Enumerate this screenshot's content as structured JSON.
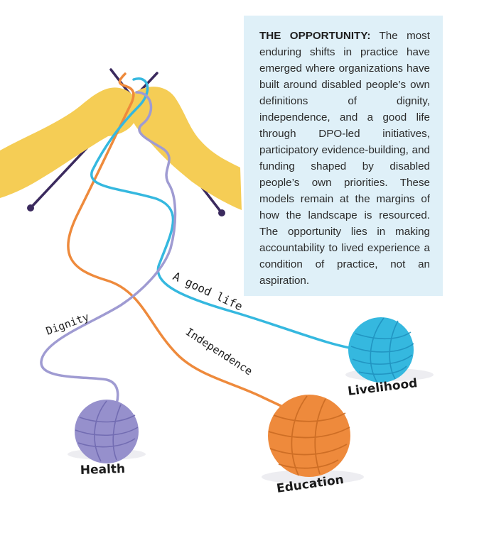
{
  "callout": {
    "lead": "THE OPPORTUNITY:",
    "body": "The most enduring shifts in practice have emerged where organizations have built around disabled people’s own definitions of dignity, independence, and a good life through DPO-led initiatives, participatory evidence-building, and funding shaped by disabled people’s own priorities. These models remain at the margins of how the landscape is resourced. The opportunity lies in making accountability to lived experience a condition of practice, not an aspiration."
  },
  "threads": {
    "good_life": "A good life",
    "dignity": "Dignity",
    "independence": "Independence"
  },
  "balls": {
    "livelihood": "Livelihood",
    "health": "Health",
    "education": "Education"
  },
  "colors": {
    "hands": "#f5cd55",
    "needle": "#3b2a5e",
    "blue_yarn": "#35b8df",
    "orange_yarn": "#ee8a3c",
    "purple_yarn": "#9f9bd2",
    "callout_bg": "#dff0f8"
  },
  "icons": [
    "hands-knitting-illustration",
    "yarn-ball-icon"
  ]
}
